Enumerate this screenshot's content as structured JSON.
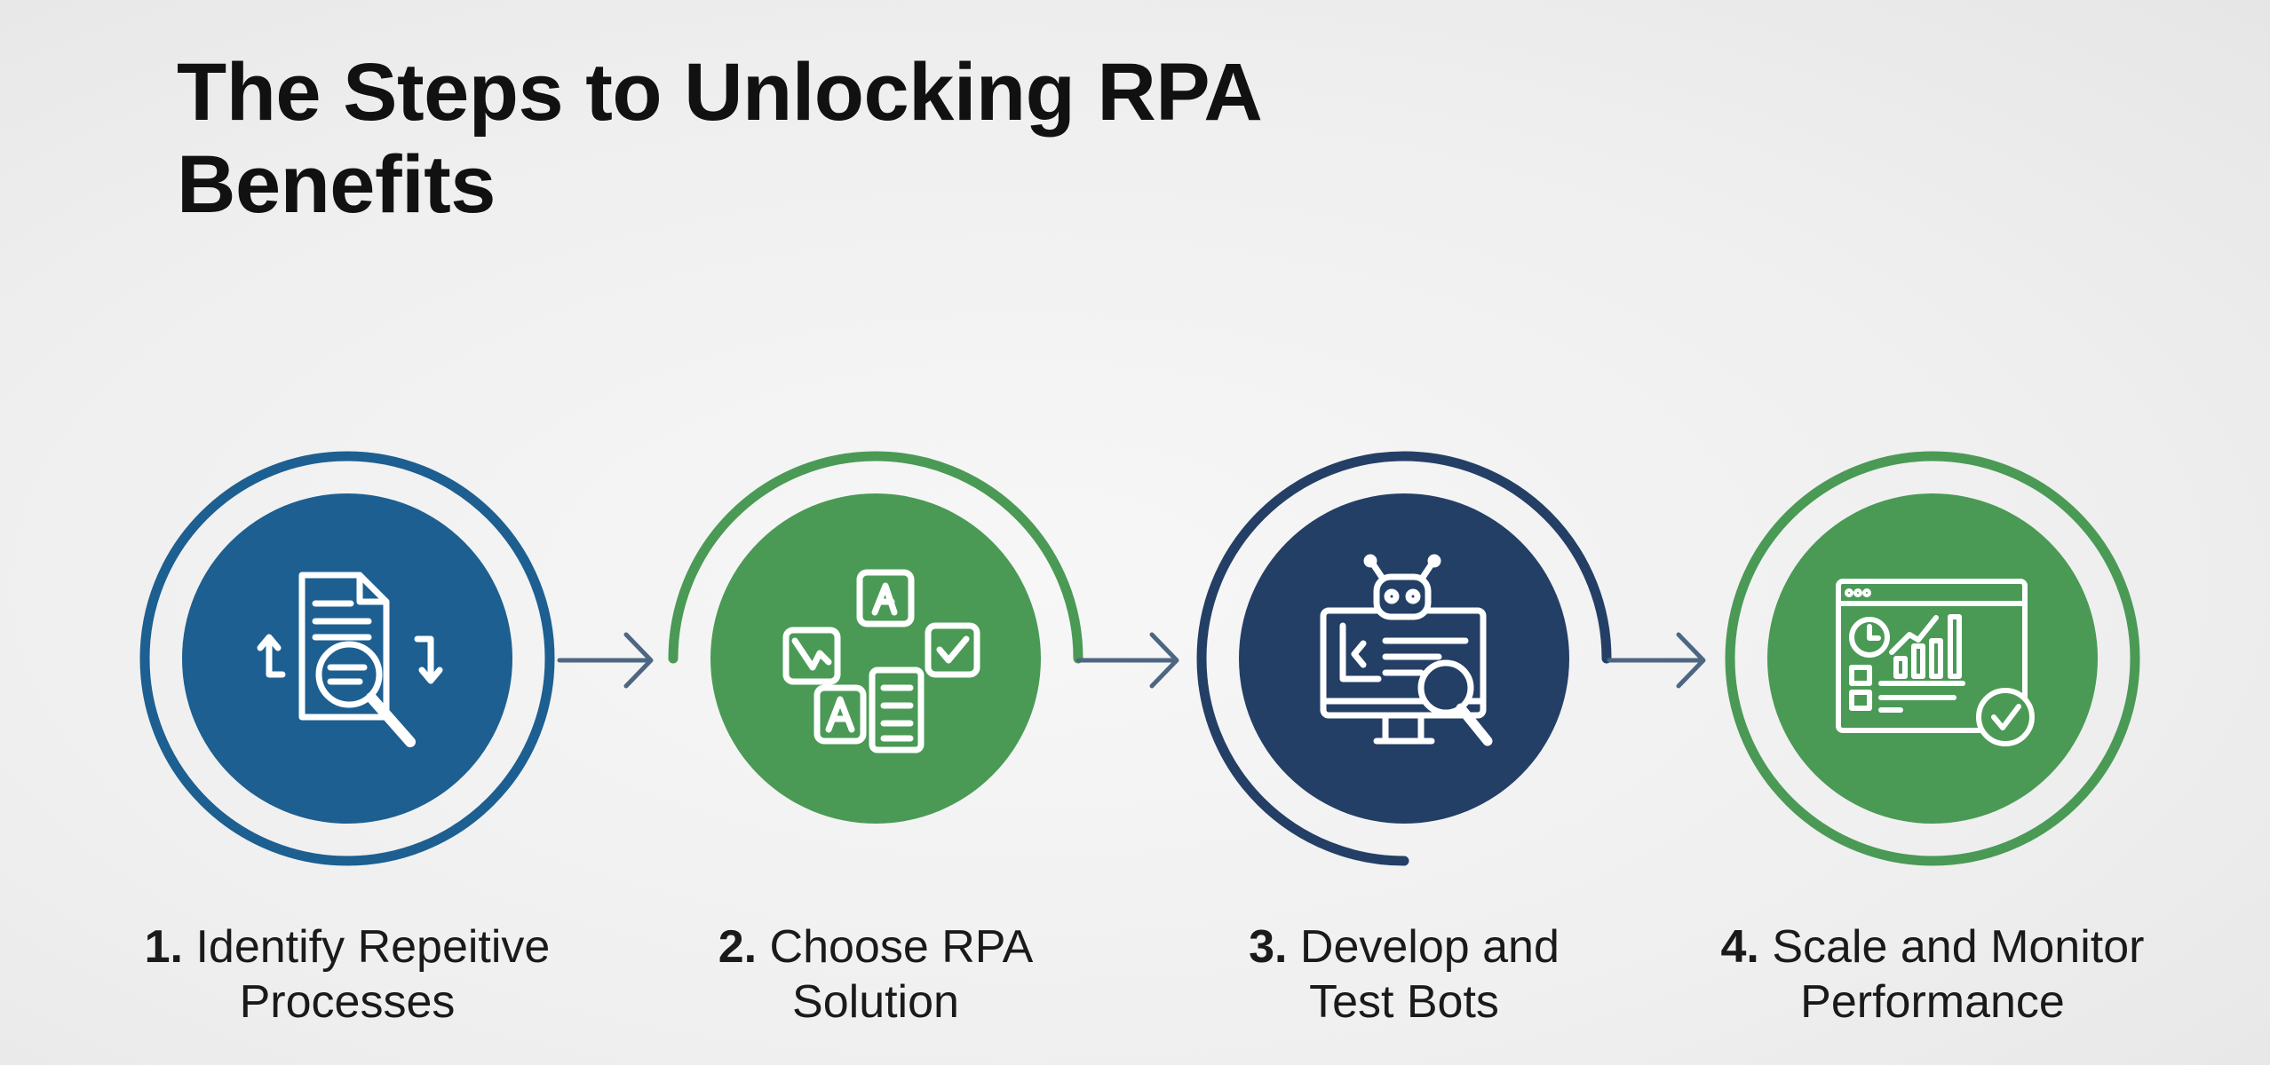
{
  "title": {
    "line1": "The Steps to Unlocking RPA",
    "line2": "Benefits"
  },
  "colors": {
    "blue": "#1d5f91",
    "green": "#4a9a55",
    "navy": "#243f66",
    "arrow": "#4d6783"
  },
  "steps": [
    {
      "number": "1.",
      "line1": "Identify Repeitive",
      "line2": "Processes",
      "icon": "document-search-icon"
    },
    {
      "number": "2.",
      "line1": "Choose RPA",
      "line2": "Solution",
      "icon": "tool-options-icon"
    },
    {
      "number": "3.",
      "line1": "Develop and",
      "line2": "Test Bots",
      "icon": "robot-monitor-icon"
    },
    {
      "number": "4.",
      "line1": "Scale and Monitor",
      "line2": "Performance",
      "icon": "dashboard-check-icon"
    }
  ]
}
